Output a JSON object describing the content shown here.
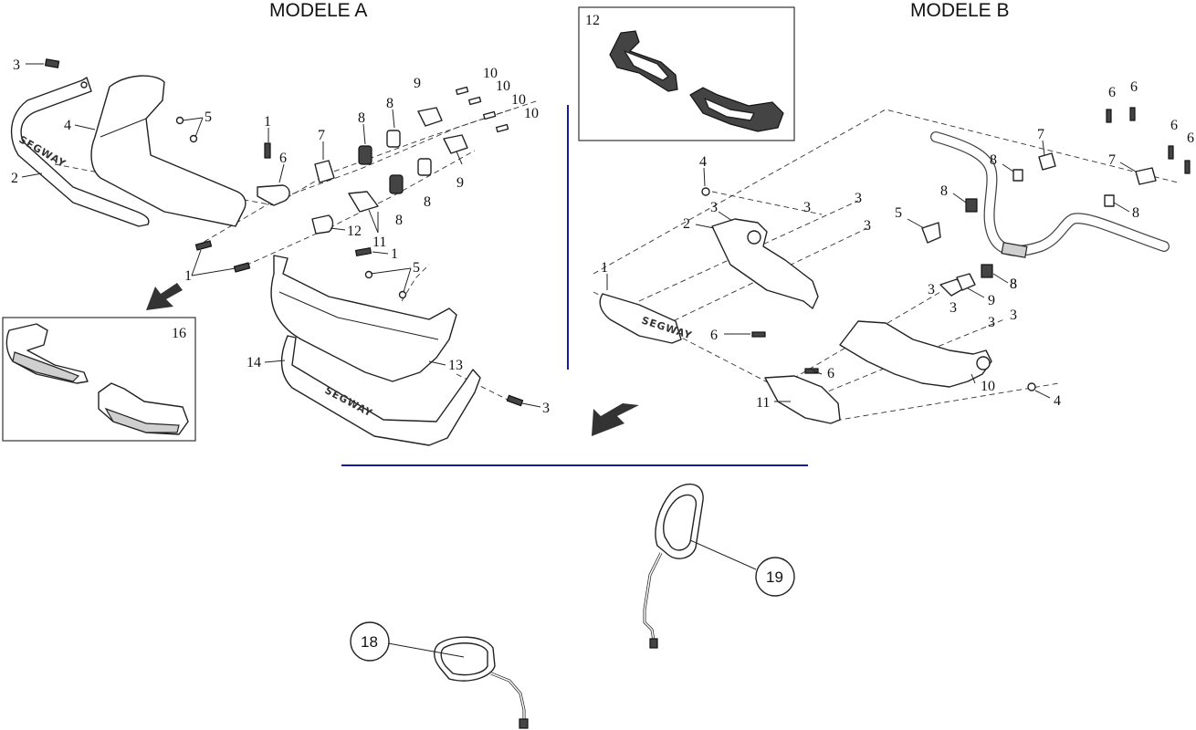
{
  "titles": {
    "model_a": "MODELE A",
    "model_b": "MODELE B"
  },
  "inset_labels": {
    "inset_12": "12",
    "inset_16": "16"
  },
  "brand_text": "SEGWAY",
  "model_a_callouts": [
    "3",
    "4",
    "5",
    "2",
    "1",
    "6",
    "7",
    "8",
    "8",
    "9",
    "10",
    "10",
    "10",
    "10",
    "9",
    "8",
    "8",
    "11",
    "12",
    "1",
    "1",
    "5",
    "14",
    "13",
    "3"
  ],
  "model_b_callouts": [
    "6",
    "6",
    "6",
    "6",
    "7",
    "7",
    "8",
    "8",
    "8",
    "8",
    "5",
    "4",
    "3",
    "2",
    "3",
    "3",
    "3",
    "1",
    "6",
    "3",
    "3",
    "3",
    "3",
    "9",
    "8",
    "6",
    "10",
    "11",
    "4"
  ],
  "mirror_callouts": {
    "left_mirror": "18",
    "right_mirror": "19"
  },
  "colors": {
    "divider": "#1a1aa0",
    "line": "#222222",
    "arrow": "#333333"
  }
}
